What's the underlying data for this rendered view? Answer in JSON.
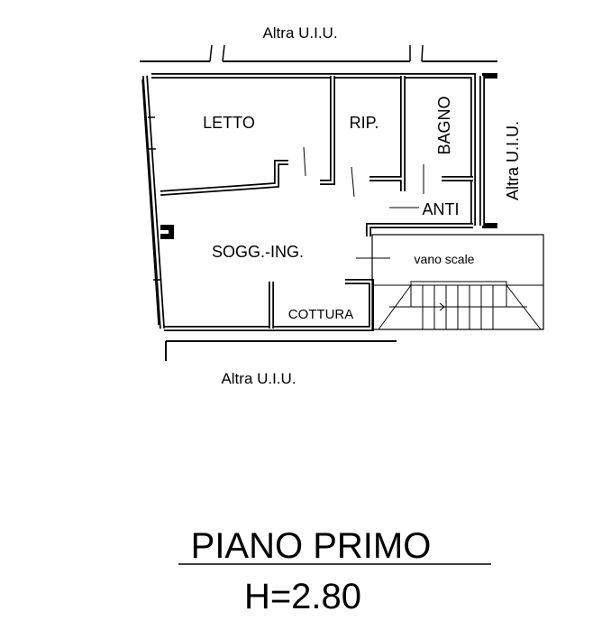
{
  "plan": {
    "neighbor_top": "Altra U.I.U.",
    "neighbor_right": "Altra U.I.U.",
    "neighbor_bottom": "Altra U.I.U.",
    "rooms": {
      "letto": "LETTO",
      "rip": "RIP.",
      "bagno": "BAGNO",
      "anti": "ANTI",
      "soggiorno": "SOGG.-ING.",
      "cottura": "COTTURA",
      "vano_scale": "vano scale"
    }
  },
  "title": {
    "floor": "PIANO PRIMO",
    "height": "H=2.80"
  }
}
